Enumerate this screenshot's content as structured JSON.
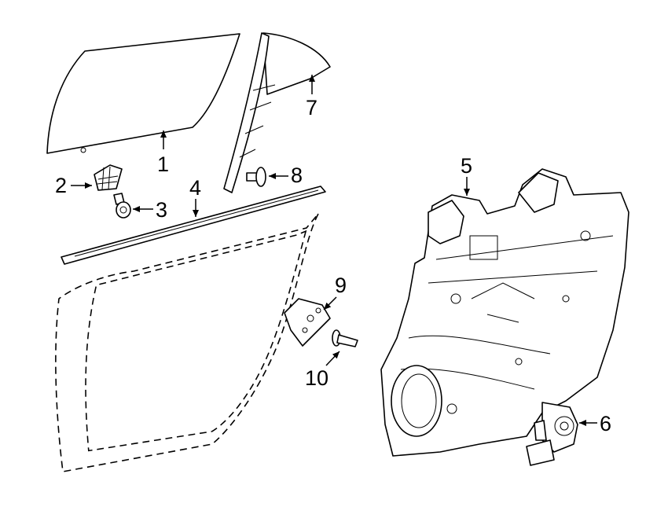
{
  "diagram": {
    "callouts": [
      {
        "id": "1",
        "label": "1",
        "part": "door-glass"
      },
      {
        "id": "2",
        "label": "2",
        "part": "glass-clip"
      },
      {
        "id": "3",
        "label": "3",
        "part": "bolt"
      },
      {
        "id": "4",
        "label": "4",
        "part": "belt-weatherstrip"
      },
      {
        "id": "5",
        "label": "5",
        "part": "window-regulator"
      },
      {
        "id": "6",
        "label": "6",
        "part": "regulator-motor"
      },
      {
        "id": "7",
        "label": "7",
        "part": "quarter-glass"
      },
      {
        "id": "8",
        "label": "8",
        "part": "fastener"
      },
      {
        "id": "9",
        "label": "9",
        "part": "bracket"
      },
      {
        "id": "10",
        "label": "10",
        "part": "rivet"
      }
    ],
    "line_color": "#000000",
    "background": "#ffffff"
  }
}
